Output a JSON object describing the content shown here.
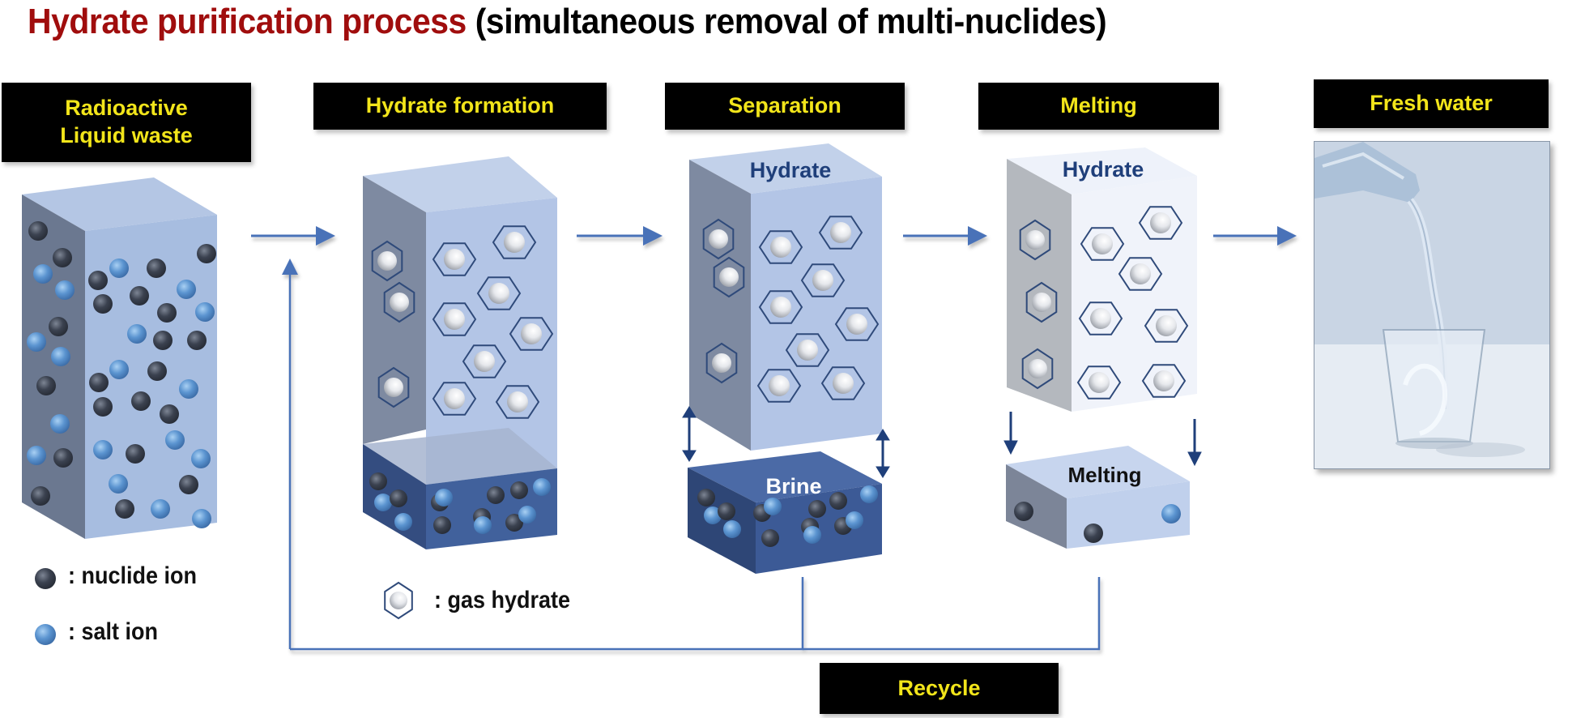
{
  "title": {
    "main": "Hydrate purification process",
    "sub": "(simultaneous removal of multi-nuclides)"
  },
  "steps": [
    {
      "label_lines": [
        "Radioactive",
        "Liquid waste"
      ]
    },
    {
      "label_lines": [
        "Hydrate formation"
      ]
    },
    {
      "label_lines": [
        "Separation"
      ]
    },
    {
      "label_lines": [
        "Melting"
      ]
    },
    {
      "label_lines": [
        "Fresh water"
      ]
    }
  ],
  "recycle_label": "Recycle",
  "block_labels": {
    "separation_top": "Hydrate",
    "separation_bottom": "Brine",
    "melting_top": "Hydrate",
    "melting_bottom": "Melting"
  },
  "legend": {
    "nuclide": ": nuclide ion",
    "salt": ": salt ion",
    "gas_hydrate": ": gas hydrate"
  },
  "icons": {
    "nuclide": "dark-sphere",
    "salt": "blue-sphere",
    "gas_hydrate": "white-sphere-in-hexagon",
    "fresh_water": "water-pouring-glass-photo"
  },
  "colors": {
    "title_red": "#a00d0d",
    "label_yellow": "#f2e51a",
    "arrow_blue": "#4a72b8",
    "nuclide": "#3b4250",
    "salt": "#5b94d0",
    "hydrate_block": "#b9c9e6",
    "brine_block": "#3c5a96",
    "hex_stroke": "#2f4a7a",
    "block_text_blue": "#1f3f7a"
  }
}
